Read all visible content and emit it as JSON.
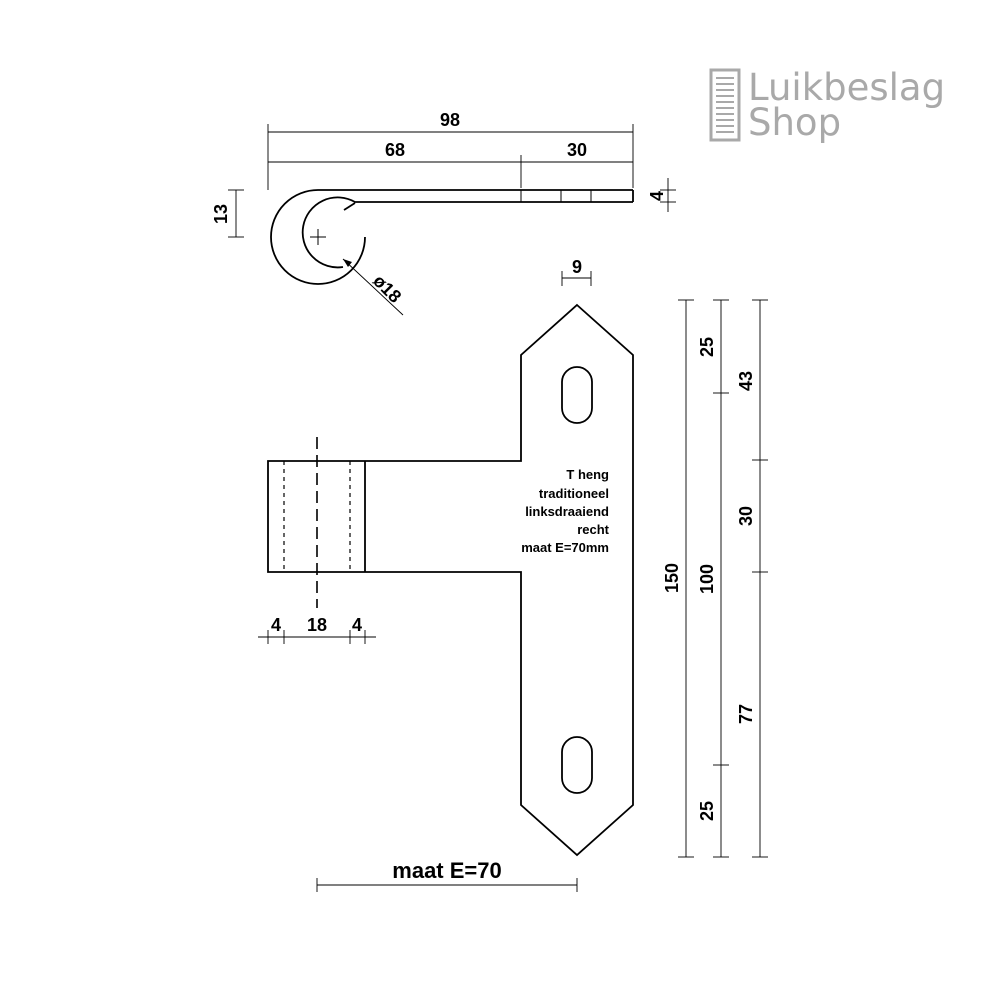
{
  "logo": {
    "line1": "Luikbeslag",
    "line2": "Shop",
    "color": "#a9a9a9",
    "icon": "shutter-icon"
  },
  "dimensions": {
    "top_total": "98",
    "top_left": "68",
    "top_right": "30",
    "thickness": "4",
    "eye_height": "13",
    "diameter": "ø18",
    "tip_width": "9",
    "total_height": "150",
    "hole_spacing": "100",
    "right_top": "25",
    "right_bottom": "25",
    "far_top": "43",
    "far_middle": "30",
    "far_bottom": "77",
    "eye_left": "4",
    "eye_mid": "18",
    "eye_right": "4",
    "maat": "maat E=70"
  },
  "note": {
    "line1": "T heng",
    "line2": "traditioneel",
    "line3": "linksdraaiend",
    "line4": "recht",
    "line5": "maat E=70mm"
  }
}
